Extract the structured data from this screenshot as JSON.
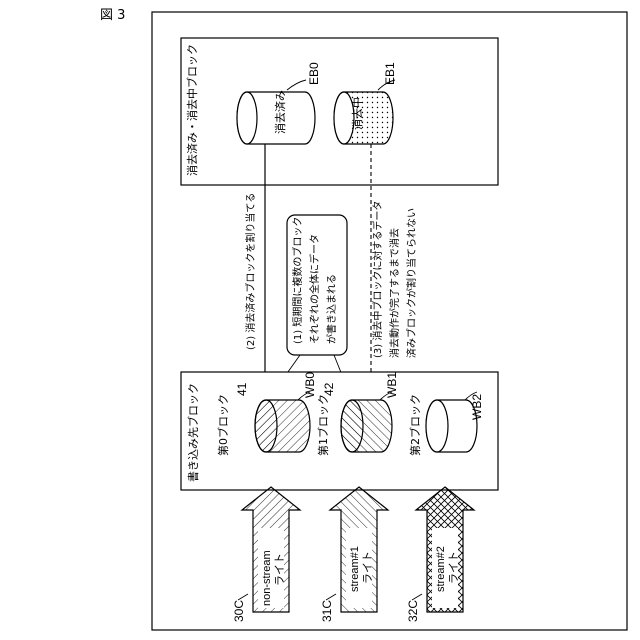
{
  "figure": {
    "title": "図 3"
  },
  "erased_area": {
    "label": "消去済み・消去中ブロック",
    "blocks": [
      {
        "id": "EB0",
        "text": "消去済み"
      },
      {
        "id": "EB1",
        "text": "消去中"
      }
    ]
  },
  "write_area": {
    "label": "書き込み先ブロック",
    "blocks": [
      {
        "id": "WB0",
        "ref": "41",
        "label": "第0ブロック"
      },
      {
        "id": "WB1",
        "ref": "42",
        "label": "第1ブロック"
      },
      {
        "id": "WB2",
        "ref": "",
        "label": "第2ブロック"
      }
    ]
  },
  "annotations": {
    "step1": [
      "(1) 短期間に複数のブロック",
      "それぞれの全体にデータ",
      "が書き込まれる"
    ],
    "step2": "(2) 消去済みブロックを割り当てる",
    "step3": [
      "(3) 消去中ブロックに対するデータ",
      "消去動作が完了するまで消去",
      "済みブロックが割り当てられない"
    ]
  },
  "writes": [
    {
      "ref": "30C",
      "line1": "non-stream",
      "line2": "ライト"
    },
    {
      "ref": "31C",
      "line1": "stream#1",
      "line2": "ライト"
    },
    {
      "ref": "32C",
      "line1": "stream#2",
      "line2": "ライト"
    }
  ]
}
